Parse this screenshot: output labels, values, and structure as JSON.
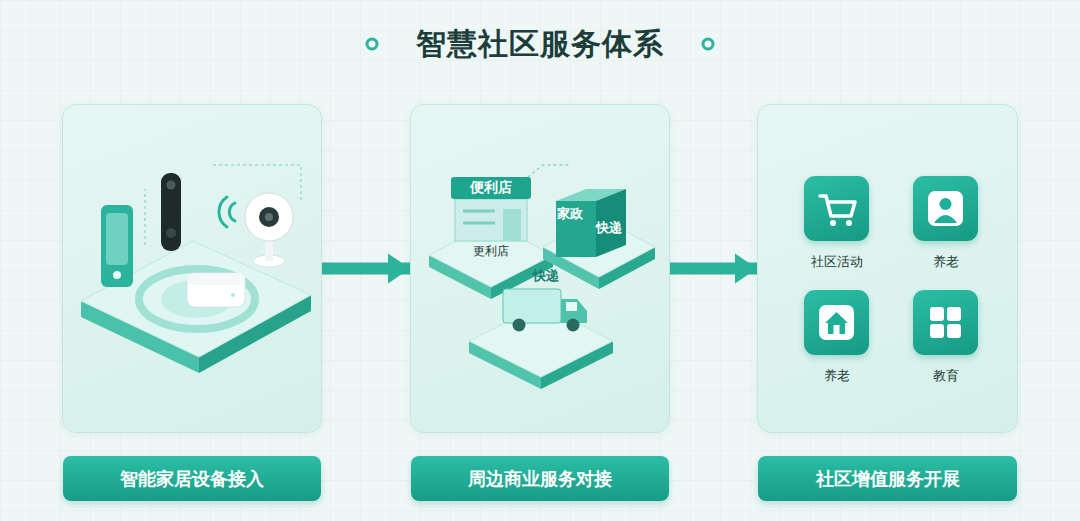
{
  "diagram": {
    "title": "智慧社区服务体系",
    "nodes": [
      {
        "text": [
          "智能家居设备接入"
        ]
      },
      {
        "text": [
          "周边商业服务对接"
        ]
      },
      {
        "text": [
          "社区增值服务开展"
        ]
      },
      {
        "text": [
          "便利店",
          "更利店"
        ],
        "in": 1
      },
      {
        "text": [
          "家政",
          "快递"
        ],
        "in": 1
      },
      {
        "text": [
          "快递"
        ],
        "in": 1
      },
      {
        "text": [
          "社区活动"
        ],
        "in": 2
      },
      {
        "text": [
          "养老"
        ],
        "in": 2
      },
      {
        "text": [
          "养老"
        ],
        "in": 2
      },
      {
        "text": [
          "教育"
        ],
        "in": 2
      }
    ],
    "edges": [
      {
        "from": 0,
        "to": 1,
        "arrow": "to"
      },
      {
        "from": 1,
        "to": 2,
        "arrow": "to"
      }
    ]
  }
}
